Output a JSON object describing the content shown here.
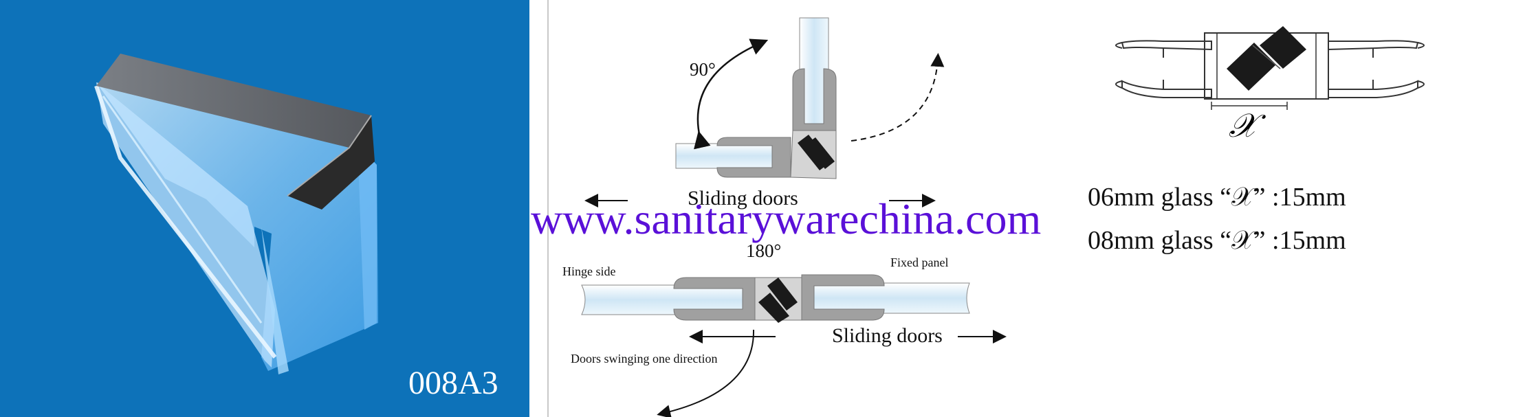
{
  "product": {
    "model_code": "008A3"
  },
  "diagram_90": {
    "angle_label": "90°",
    "sliding_label": "Sliding doors"
  },
  "diagram_180": {
    "angle_label": "180°",
    "hinge_label": "Hinge side",
    "fixed_label": "Fixed panel",
    "sliding_label": "Sliding doors",
    "swing_label": "Doors swinging one direction"
  },
  "profile": {
    "dimension_symbol": "𝒳",
    "specs": [
      {
        "text": "06mm glass “𝒳” :15mm"
      },
      {
        "text": "08mm glass “𝒳” :15mm"
      }
    ]
  },
  "watermark": "www.sanitarywarechina.com",
  "colors": {
    "left_background": "#0d72b9",
    "watermark": "#5a10d8",
    "magnet": "#1a1a1a",
    "seal_gray": "#9a9a9a"
  }
}
